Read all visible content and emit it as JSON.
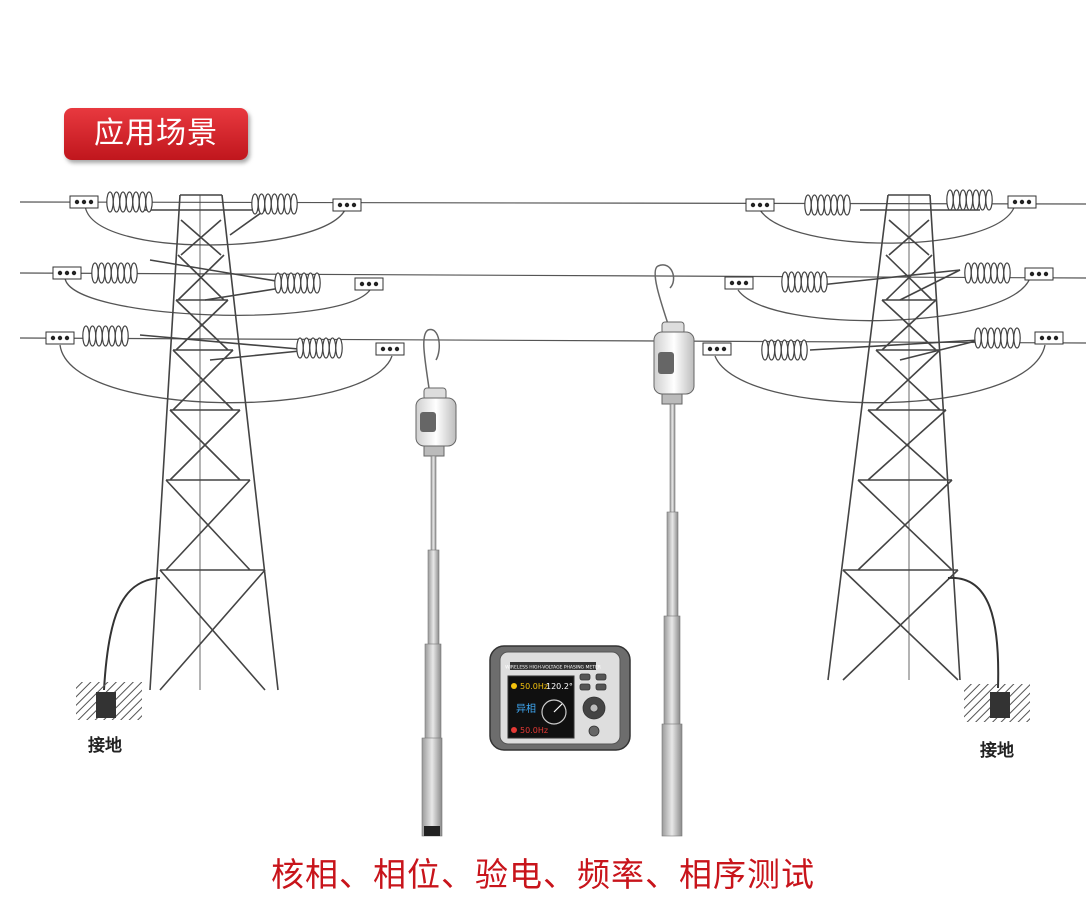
{
  "badge": {
    "label": "应用场景"
  },
  "ground_left": {
    "label": "接地"
  },
  "ground_right": {
    "label": "接地"
  },
  "caption": {
    "text": "核相、相位、验电、频率、相序测试"
  },
  "device": {
    "header": "WIRELESS HIGH-VOLTAGE PHASING METER",
    "freq_top": "50.0Hz",
    "angle": "120.2°",
    "status": "异相",
    "freq_bottom": "50.0Hz"
  },
  "colors": {
    "badge": "#d42027",
    "caption": "#c8141b",
    "line": "#555555"
  }
}
